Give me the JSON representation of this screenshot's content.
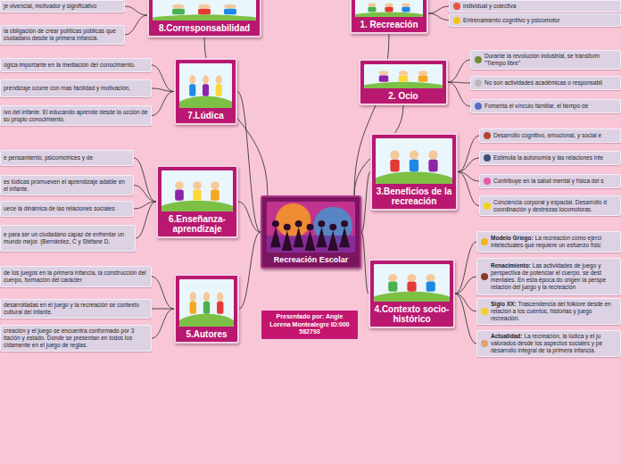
{
  "diagram": {
    "nodes": [
      {
        "text": [
          "Recreación Escolar"
        ]
      },
      {
        "text": [
          "1. Recreación"
        ]
      },
      {
        "text": [
          "individual y colectiva"
        ]
      },
      {
        "text": [
          "Entrenamiento cognitivo y psicomotor"
        ]
      },
      {
        "text": [
          "2. Ocio"
        ]
      },
      {
        "text": [
          "Durante la revolución industrial, se transform \"Tiempo libre\""
        ]
      },
      {
        "text": [
          "No son actividades académicas o responsabil"
        ]
      },
      {
        "text": [
          "Fomenta el vínculo familiar, el tiempo de"
        ]
      },
      {
        "text": [
          "3.Beneficios de la recreación"
        ]
      },
      {
        "text": [
          "Desarrollo cognitivo, emocional, y social e"
        ]
      },
      {
        "text": [
          "Estimula la autonomía y las relaciones inte"
        ]
      },
      {
        "text": [
          "Contribuye en la salud mental y física del s"
        ]
      },
      {
        "text": [
          "Conciencia corporal y espacial. Desarrollo d coordinación y destrezas locomotoras."
        ]
      },
      {
        "text": [
          "4.Contexto socio-histórico"
        ]
      },
      {
        "text": [
          "Modelo Griego:",
          "La recreación como ejerci intelectuales que requiere un esfuerzo físic"
        ]
      },
      {
        "text": [
          "Renacimiento:",
          "Las actividades de juego y perspectiva de potenciar el cuerpo, se dest mentales. En esta época do origen la perspe relación del juego y la recreación"
        ]
      },
      {
        "text": [
          "Siglo XX:",
          "Trascendencia del folklore desde en relación a los cuentos, historias y juego recreación."
        ]
      },
      {
        "text": [
          "Actualidad:",
          "La recreación, la lúdica y el ju valorados desde los aspectos sociales y pe desarrollo integral de la primera infancia."
        ]
      },
      {
        "text": [
          "5.Autores"
        ]
      },
      {
        "text": [
          "de los juegos en la primera infancia, la construcción del cuerpo, formación del carácter"
        ]
      },
      {
        "text": [
          "desarrolladas en el juego y la recreación se contexto cultural del infante."
        ]
      },
      {
        "text": [
          "creación y el juego se encuentra conformado por 3 itación y estado. Donde se presentan en todos los cidamente en el juego de reglas."
        ]
      },
      {
        "text": [
          "6.Enseñanza-aprendizaje"
        ]
      },
      {
        "text": [
          "e pensamiento, psicomotrices y de"
        ]
      },
      {
        "text": [
          "es lúdicas promueven el aprendizaje adable en el infante."
        ]
      },
      {
        "text": [
          "uece la dinámica de las relaciones sociales"
        ]
      },
      {
        "text": [
          "e para ser un ciudadano capaz de enfrentar un mundo mejor. (Bernárdez, C y Stéfane D,"
        ]
      },
      {
        "text": [
          "7.Lúdica"
        ]
      },
      {
        "text": [
          "ógica importante en la mediación del conocimiento."
        ]
      },
      {
        "text": [
          "prendizaje ocurre con mas facilidad y motivación,"
        ]
      },
      {
        "text": [
          "ivo del infante. El educando aprende desde la ucción de su propio conocimiento."
        ]
      },
      {
        "text": [
          "8.Corresponsabilidad"
        ]
      },
      {
        "text": [
          "je vivencial, motivador y significativo"
        ]
      },
      {
        "text": [
          "la obligación de crear políticas públicas que ciudadano desde la primera infancia."
        ]
      },
      {
        "text": [
          "Presentado por: Angie Lorena Montealegre ID:000 582793"
        ]
      }
    ],
    "edges": [
      {
        "from": 0,
        "to": 1,
        "arrow": "none"
      },
      {
        "from": 1,
        "to": 2,
        "arrow": "none"
      },
      {
        "from": 1,
        "to": 3,
        "arrow": "none"
      },
      {
        "from": 0,
        "to": 4,
        "arrow": "none"
      },
      {
        "from": 4,
        "to": 5,
        "arrow": "none"
      },
      {
        "from": 4,
        "to": 6,
        "arrow": "none"
      },
      {
        "from": 4,
        "to": 7,
        "arrow": "none"
      },
      {
        "from": 0,
        "to": 8,
        "arrow": "none"
      },
      {
        "from": 8,
        "to": 9,
        "arrow": "none"
      },
      {
        "from": 8,
        "to": 10,
        "arrow": "none"
      },
      {
        "from": 8,
        "to": 11,
        "arrow": "none"
      },
      {
        "from": 8,
        "to": 12,
        "arrow": "none"
      },
      {
        "from": 0,
        "to": 13,
        "arrow": "none"
      },
      {
        "from": 13,
        "to": 14,
        "arrow": "none"
      },
      {
        "from": 13,
        "to": 15,
        "arrow": "none"
      },
      {
        "from": 13,
        "to": 16,
        "arrow": "none"
      },
      {
        "from": 13,
        "to": 17,
        "arrow": "none"
      },
      {
        "from": 0,
        "to": 18,
        "arrow": "none"
      },
      {
        "from": 18,
        "to": 19,
        "arrow": "none"
      },
      {
        "from": 18,
        "to": 20,
        "arrow": "none"
      },
      {
        "from": 18,
        "to": 21,
        "arrow": "none"
      },
      {
        "from": 0,
        "to": 22,
        "arrow": "none"
      },
      {
        "from": 22,
        "to": 23,
        "arrow": "none"
      },
      {
        "from": 22,
        "to": 24,
        "arrow": "none"
      },
      {
        "from": 22,
        "to": 25,
        "arrow": "none"
      },
      {
        "from": 22,
        "to": 26,
        "arrow": "none"
      },
      {
        "from": 0,
        "to": 27,
        "arrow": "none"
      },
      {
        "from": 27,
        "to": 28,
        "arrow": "none"
      },
      {
        "from": 27,
        "to": 29,
        "arrow": "none"
      },
      {
        "from": 27,
        "to": 30,
        "arrow": "none"
      },
      {
        "from": 0,
        "to": 31,
        "arrow": "none"
      },
      {
        "from": 31,
        "to": 32,
        "arrow": "none"
      },
      {
        "from": 31,
        "to": 33,
        "arrow": "none"
      }
    ]
  }
}
